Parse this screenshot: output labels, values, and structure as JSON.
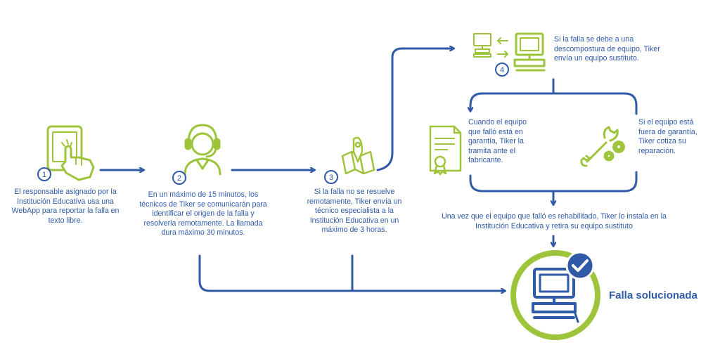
{
  "colors": {
    "blue": "#2f5aa8",
    "green": "#9ec43b"
  },
  "steps": [
    {
      "number": "1",
      "icon": "tablet-touch-icon",
      "text": "El responsable asignado por la Institución Educativa usa una WebApp para reportar la falla en texto libre."
    },
    {
      "number": "2",
      "icon": "headset-technician-icon",
      "text": "En un máximo de 15 minutos, los técnicos de Tiker se comunicarán para identificar el origen de la falla y resolverla remotamente. La llamada dura máximo 30 minutos."
    },
    {
      "number": "3",
      "icon": "map-pin-icon",
      "text": "Si la falla no se resuelve remotamente, Tiker envía un técnico especialista a la Institución Educativa en un máximo de 3 horas."
    },
    {
      "number": "4",
      "icon": "computer-swap-icon",
      "text": "Si la falla se debe a una descompostura de equipo, Tiker envía un equipo sustituto."
    }
  ],
  "branches": {
    "warranty": "Cuando el equipo que falló está en garantía, Tiker la tramita ante el fabricante.",
    "out_of_warranty": "Si el equipo está fuera de garantía, Tiker cotiza su reparación."
  },
  "rehab_text": "Una vez que el equipo que falló es rehabilitado, Tiker lo instala en la Institución Educativa y retira su equipo sustituto",
  "result_label": "Falla solucionada"
}
